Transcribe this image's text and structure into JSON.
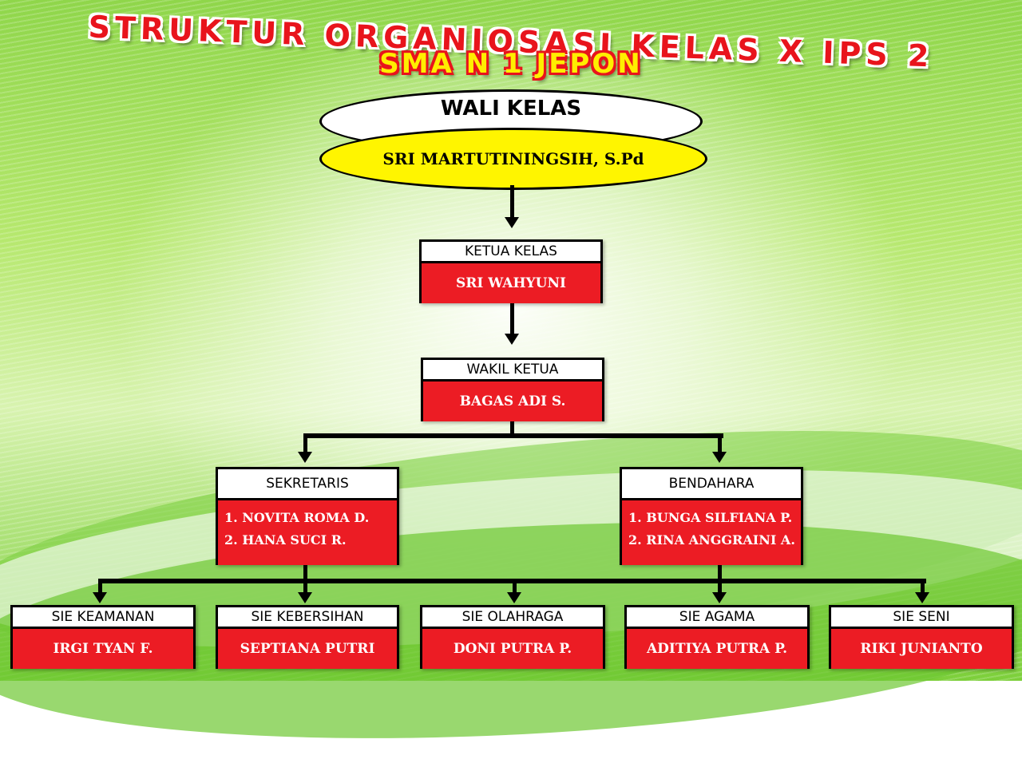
{
  "title": {
    "line1": "STRUKTUR ORGANIOSASI KELAS X IPS 2",
    "line2": "SMA N 1 JEPON"
  },
  "wali_kelas": {
    "role": "WALI KELAS",
    "name": "SRI MARTUTININGSIH, S.Pd"
  },
  "ketua": {
    "role": "KETUA KELAS",
    "name": "SRI WAHYUNI"
  },
  "wakil": {
    "role": "WAKIL KETUA",
    "name": "BAGAS ADI S."
  },
  "sekretaris": {
    "role": "SEKRETARIS",
    "members": [
      "1. NOVITA ROMA D.",
      "2. HANA SUCI R."
    ]
  },
  "bendahara": {
    "role": "BENDAHARA",
    "members": [
      "1. BUNGA SILFIANA P.",
      "2. RINA ANGGRAINI A."
    ]
  },
  "sie": [
    {
      "role": "SIE KEAMANAN",
      "name": "IRGI TYAN F."
    },
    {
      "role": "SIE KEBERSIHAN",
      "name": "SEPTIANA PUTRI"
    },
    {
      "role": "SIE OLAHRAGA",
      "name": "DONI PUTRA P."
    },
    {
      "role": "SIE AGAMA",
      "name": "ADITIYA PUTRA P."
    },
    {
      "role": "SIE SENI",
      "name": "RIKI JUNIANTO"
    }
  ],
  "colors": {
    "box_fill": "#ec1c24",
    "ellipse_fill": "#fff500",
    "title_red": "#e8141c",
    "title_yellow": "#ffee00",
    "background": "#8fd64a"
  }
}
